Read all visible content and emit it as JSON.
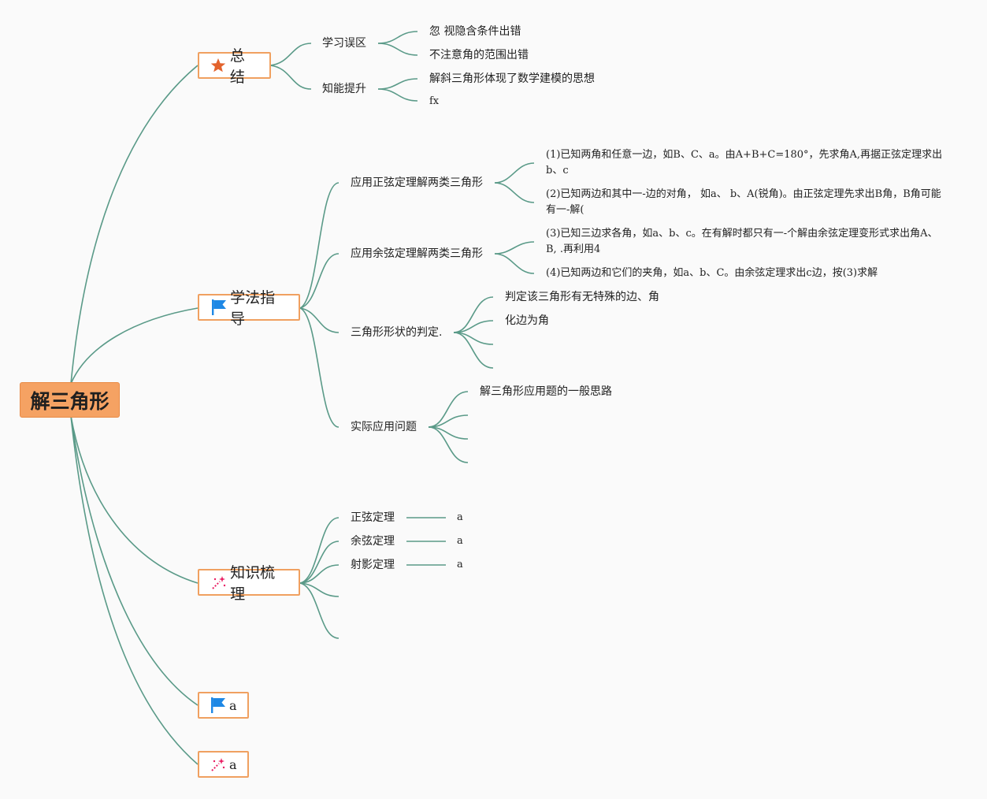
{
  "root": {
    "title": "解三角形"
  },
  "branches": {
    "summary": {
      "label": "总结",
      "icon": "star-icon",
      "children": [
        {
          "label": "学习误区",
          "items": [
            "忽 视隐含条件出错",
            "不注意角的范围出错"
          ]
        },
        {
          "label": "知能提升",
          "items": [
            "解斜三角形体现了数学建模的思想",
            "fx"
          ]
        }
      ]
    },
    "method": {
      "label": "学法指导",
      "icon": "flag-icon",
      "children": [
        {
          "label": "应用正弦定理解两类三角形",
          "items": [
            "(1)已知两角和任意一边，如B、C、a。由A+B+C=180°，先求角A,再据正弦定理求出b、c",
            "(2)已知两边和其中一-边的对角，   如a、  b、A(锐角)。由正弦定理先求出B角，B角可能有一-解("
          ]
        },
        {
          "label": "应用余弦定理解两类三角形",
          "items": [
            "(3)已知三边求各角，如a、b、c。在有解时都只有一-个解由余弦定理变形式求出角A、B, .再利用4",
            "(4)已知两边和它们的夹角，如a、b、C。由余弦定理求出c边，按(3)求解"
          ]
        },
        {
          "label": "三角形形状的判定.",
          "items": [
            "判定该三角形有无特殊的边、角",
            "化边为角",
            "",
            ""
          ]
        },
        {
          "label": "实际应用问题",
          "items": [
            "解三角形应用题的一般思路",
            "",
            "",
            ""
          ]
        }
      ]
    },
    "knowledge": {
      "label": "知识梳理",
      "icon": "magic-wand-icon",
      "children": [
        {
          "label": "正弦定理",
          "value": "a"
        },
        {
          "label": "余弦定理",
          "value": "a"
        },
        {
          "label": "射影定理",
          "value": "a"
        },
        {
          "label": "",
          "value": ""
        },
        {
          "label": "",
          "value": ""
        }
      ]
    },
    "extra1": {
      "label": "a",
      "icon": "flag-icon"
    },
    "extra2": {
      "label": "a",
      "icon": "magic-wand-icon"
    }
  },
  "colors": {
    "line": "#5a9a88",
    "root_fill": "#f5a263",
    "node_border": "#f0a060",
    "star": "#e3632d",
    "flag": "#1e88e5",
    "wand": "#e91e63"
  }
}
